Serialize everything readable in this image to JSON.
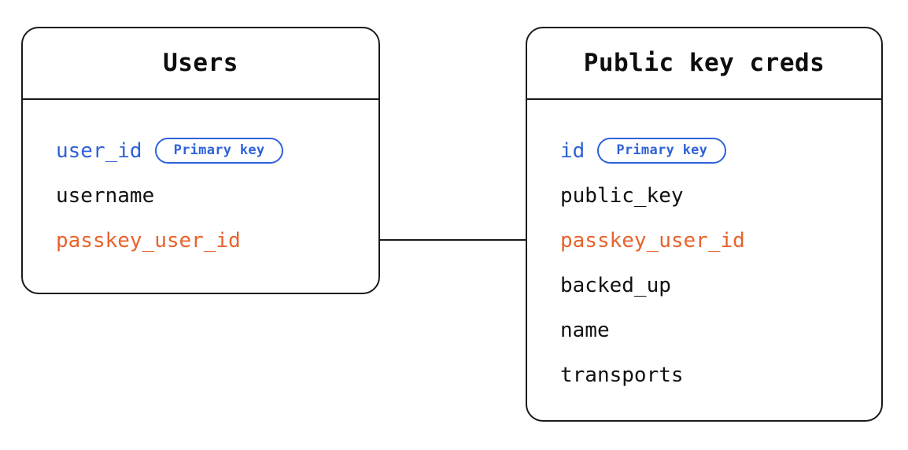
{
  "diagram": {
    "type": "entity-relationship-diagram",
    "background_color": "#ffffff",
    "colors": {
      "border": "#1a1a1a",
      "primary_key": "#2f62d8",
      "foreign_key": "#e8622c",
      "text": "#111111",
      "connector": "#1a1a1a"
    },
    "entities": [
      {
        "id": "users",
        "title": "Users",
        "fields": [
          {
            "name": "user_id",
            "role": "pk",
            "badge": "Primary key"
          },
          {
            "name": "username",
            "role": "plain",
            "badge": null
          },
          {
            "name": "passkey_user_id",
            "role": "fk",
            "badge": null
          }
        ]
      },
      {
        "id": "public_key_creds",
        "title": "Public key creds",
        "fields": [
          {
            "name": "id",
            "role": "pk",
            "badge": "Primary key"
          },
          {
            "name": "public_key",
            "role": "plain",
            "badge": null
          },
          {
            "name": "passkey_user_id",
            "role": "fk",
            "badge": null
          },
          {
            "name": "backed_up",
            "role": "plain",
            "badge": null
          },
          {
            "name": "name",
            "role": "plain",
            "badge": null
          },
          {
            "name": "transports",
            "role": "plain",
            "badge": null
          }
        ]
      }
    ],
    "relationships": [
      {
        "from_entity": "users",
        "from_field": "passkey_user_id",
        "to_entity": "public_key_creds",
        "to_field": "passkey_user_id",
        "style": "straight-line"
      }
    ]
  }
}
